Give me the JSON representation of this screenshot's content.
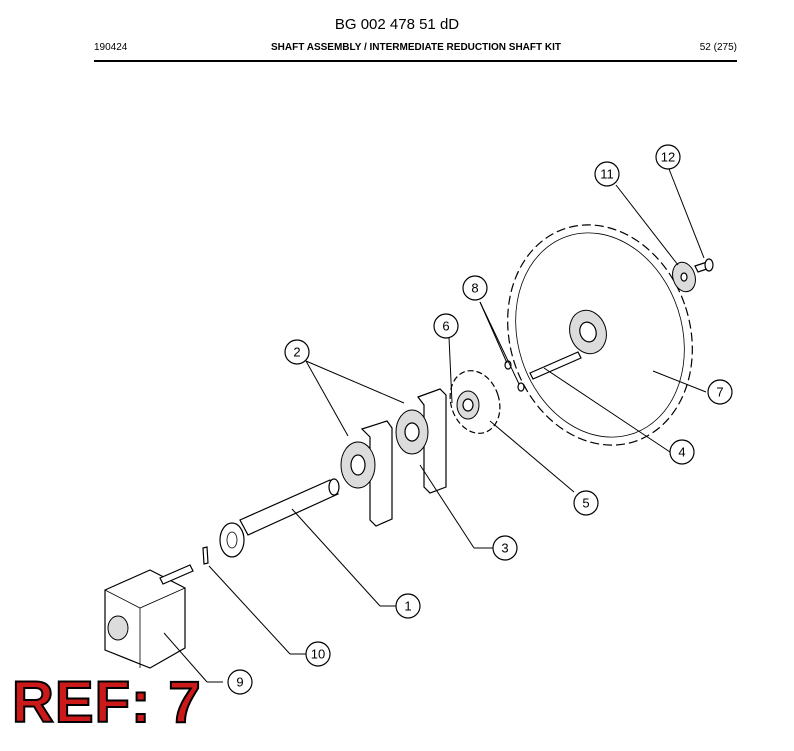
{
  "header": {
    "doc_id": "BG 002 478 51 dD",
    "date_code": "190424",
    "title": "SHAFT ASSEMBLY / INTERMEDIATE REDUCTION SHAFT KIT",
    "page": "52 (275)"
  },
  "callouts": [
    "1",
    "2",
    "3",
    "4",
    "5",
    "6",
    "7",
    "8",
    "9",
    "10",
    "11",
    "12"
  ],
  "ref_label": "REF: 7",
  "colors": {
    "ref_fill": "#cc1a1a",
    "line": "#000000"
  }
}
